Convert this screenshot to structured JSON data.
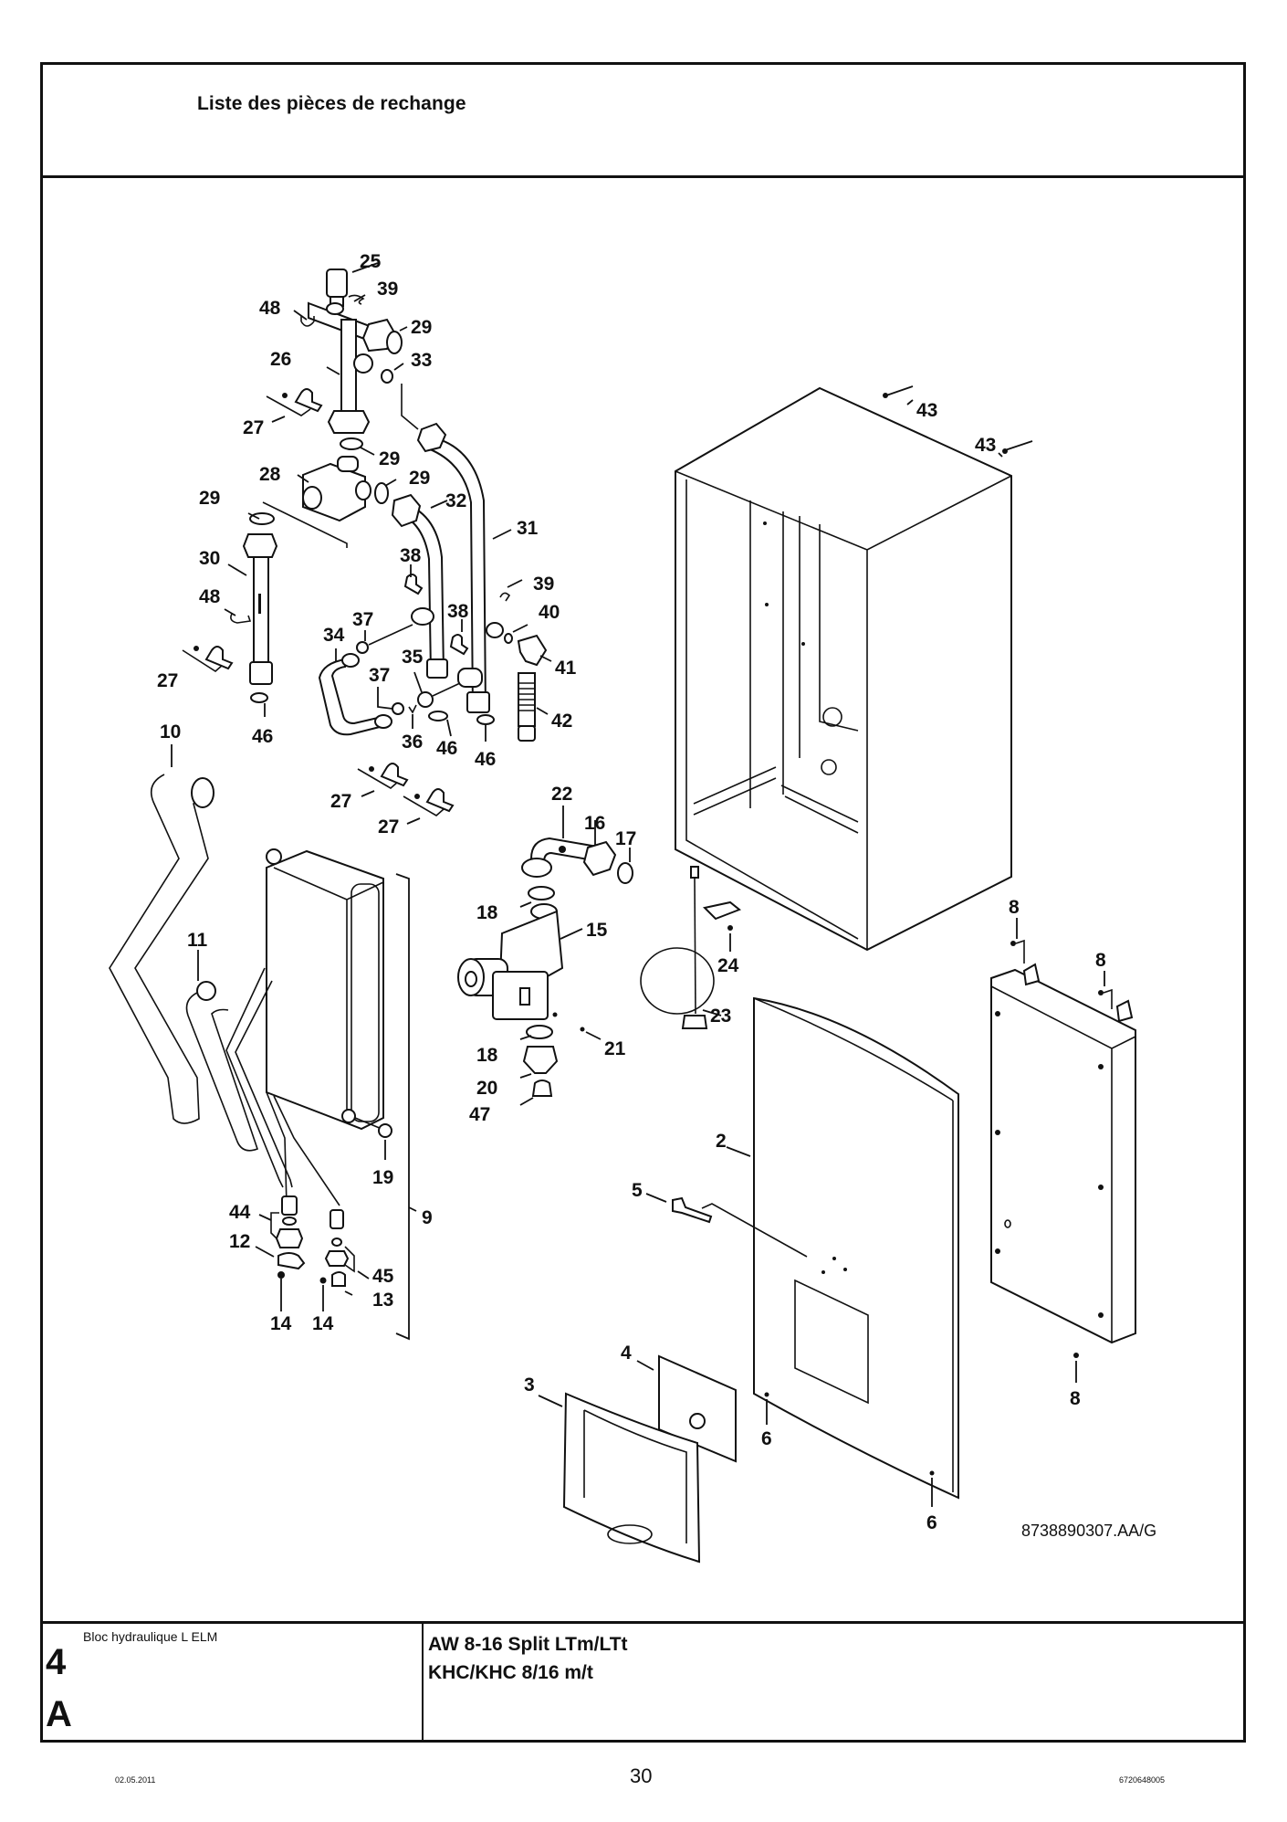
{
  "header": {
    "title": "Liste des pièces de rechange"
  },
  "diagram": {
    "figure_id": "8738890307.AA/G",
    "callouts": [
      {
        "label": "25"
      },
      {
        "label": "39"
      },
      {
        "label": "48"
      },
      {
        "label": "29"
      },
      {
        "label": "26"
      },
      {
        "label": "33"
      },
      {
        "label": "27"
      },
      {
        "label": "29"
      },
      {
        "label": "28"
      },
      {
        "label": "29"
      },
      {
        "label": "29"
      },
      {
        "label": "32"
      },
      {
        "label": "31"
      },
      {
        "label": "30"
      },
      {
        "label": "38"
      },
      {
        "label": "39"
      },
      {
        "label": "48"
      },
      {
        "label": "37"
      },
      {
        "label": "38"
      },
      {
        "label": "40"
      },
      {
        "label": "34"
      },
      {
        "label": "35"
      },
      {
        "label": "41"
      },
      {
        "label": "27"
      },
      {
        "label": "37"
      },
      {
        "label": "42"
      },
      {
        "label": "10"
      },
      {
        "label": "46"
      },
      {
        "label": "36"
      },
      {
        "label": "46"
      },
      {
        "label": "46"
      },
      {
        "label": "27"
      },
      {
        "label": "22"
      },
      {
        "label": "27"
      },
      {
        "label": "16"
      },
      {
        "label": "17"
      },
      {
        "label": "43"
      },
      {
        "label": "43"
      },
      {
        "label": "18"
      },
      {
        "label": "15"
      },
      {
        "label": "11"
      },
      {
        "label": "8"
      },
      {
        "label": "24"
      },
      {
        "label": "8"
      },
      {
        "label": "23"
      },
      {
        "label": "18"
      },
      {
        "label": "21"
      },
      {
        "label": "20"
      },
      {
        "label": "47"
      },
      {
        "label": "2"
      },
      {
        "label": "19"
      },
      {
        "label": "5"
      },
      {
        "label": "9"
      },
      {
        "label": "44"
      },
      {
        "label": "12"
      },
      {
        "label": "45"
      },
      {
        "label": "13"
      },
      {
        "label": "14"
      },
      {
        "label": "14"
      },
      {
        "label": "4"
      },
      {
        "label": "3"
      },
      {
        "label": "8"
      },
      {
        "label": "6"
      },
      {
        "label": "6"
      }
    ]
  },
  "footer": {
    "section_number": "4",
    "section_letter": "A",
    "section_name": "Bloc hydraulique L ELM",
    "model_line1": "AW 8-16 Split LTm/LTt",
    "model_line2": "KHC/KHC 8/16 m/t",
    "page_number": "30",
    "date": "02.05.2011",
    "document_id": "6720648005"
  }
}
